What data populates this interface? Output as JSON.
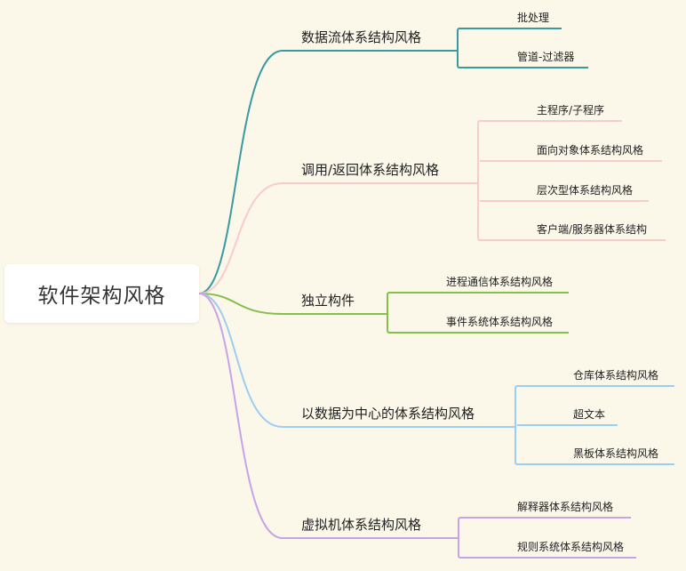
{
  "mindmap": {
    "root": "软件架构风格",
    "branches": [
      {
        "label": "数据流体系结构风格",
        "color": "#3a9aa0",
        "children": [
          "批处理",
          "管道-过滤器"
        ]
      },
      {
        "label": "调用/返回体系结构风格",
        "color": "#f8cccc",
        "children": [
          "主程序/子程序",
          "面向对象体系结构风格",
          "层次型体系结构风格",
          "客户端/服务器体系结构"
        ]
      },
      {
        "label": "独立构件",
        "color": "#86c04b",
        "children": [
          "进程通信体系结构风格",
          "事件系统体系结构风格"
        ]
      },
      {
        "label": "以数据为中心的体系结构风格",
        "color": "#9ccdf3",
        "children": [
          "仓库体系结构风格",
          "超文本",
          "黑板体系结构风格"
        ]
      },
      {
        "label": "虚拟机体系结构风格",
        "color": "#c8a3e8",
        "children": [
          "解释器体系结构风格",
          "规则系统体系结构风格"
        ]
      }
    ]
  }
}
